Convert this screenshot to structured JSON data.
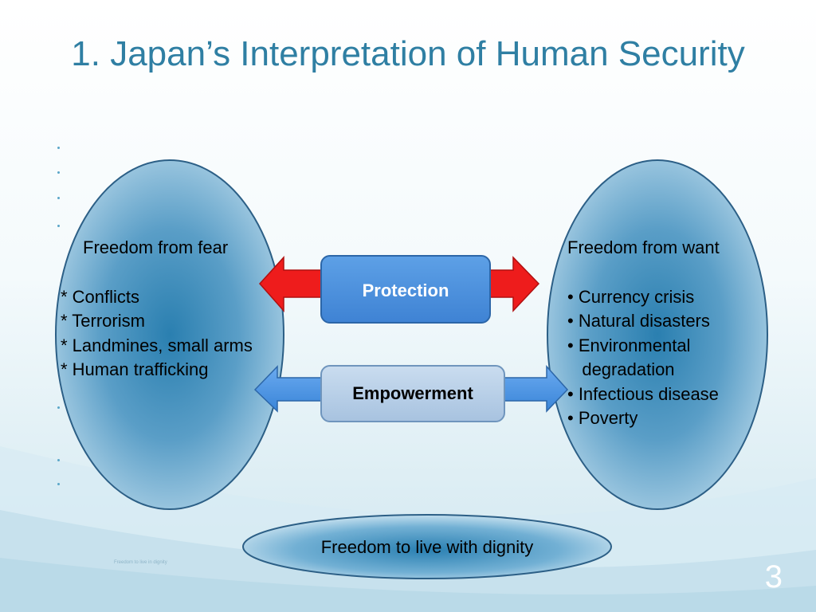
{
  "slide": {
    "title": "1. Japan’s Interpretation of Human Security",
    "page_number": "3",
    "tiny_caption": "Freedom to live in dignity"
  },
  "left_oval": {
    "heading": "Freedom from fear",
    "items": [
      "* Conflicts",
      "* Terrorism",
      "* Landmines, small arms",
      "* Human trafficking"
    ]
  },
  "right_oval": {
    "heading": "Freedom from want",
    "items": [
      "• Currency crisis",
      "• Natural disasters",
      "• Environmental",
      "   degradation",
      "• Infectious disease",
      "• Poverty"
    ]
  },
  "center": {
    "protection_label": "Protection",
    "empowerment_label": "Empowerment"
  },
  "bottom_oval": {
    "label": "Freedom to live with dignity"
  },
  "colors": {
    "title": "#2f7fa3",
    "oval_fill_center": "#2a7fb0",
    "oval_fill_edge": "#a8cee4",
    "protection_arrow": "#ee1c1c",
    "empowerment_arrow": "#3f8ee0"
  }
}
